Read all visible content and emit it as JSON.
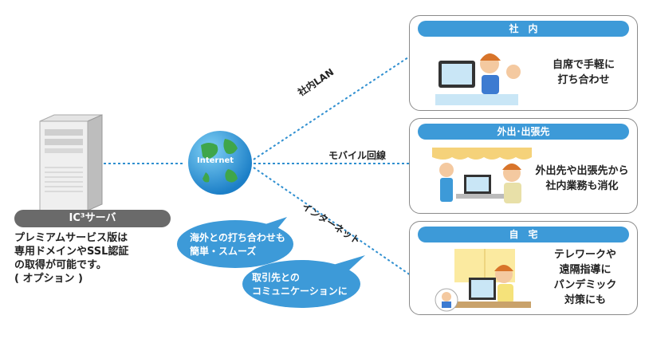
{
  "server": {
    "label": "IC³サーバ",
    "description_lines": [
      "プレミアムサービス版は",
      "専用ドメインやSSL認証",
      "の取得が可能です。",
      "( オプション )"
    ]
  },
  "globe": {
    "label": "Internet"
  },
  "connections": {
    "office_lan": "社内LAN",
    "mobile": "モバイル回線",
    "internet": "インターネット"
  },
  "bubbles": {
    "overseas": [
      "海外との打ち合わせも",
      "簡単・スムーズ"
    ],
    "clients": [
      "取引先との",
      "コミュニケーションに"
    ]
  },
  "cards": {
    "office": {
      "title": "社　内",
      "text_lines": [
        "自席で手軽に",
        "打ち合わせ"
      ]
    },
    "travel": {
      "title": "外出･出張先",
      "text_lines": [
        "外出先や出張先から",
        "社内業務も消化"
      ]
    },
    "home": {
      "title": "自　宅",
      "text_lines": [
        "テレワークや",
        "遠隔指導に",
        "パンデミック",
        "対策にも"
      ]
    }
  },
  "colors": {
    "accent": "#3d9ad8",
    "server_label_bg": "#6a6a6a",
    "line": "#2f8fd0"
  }
}
